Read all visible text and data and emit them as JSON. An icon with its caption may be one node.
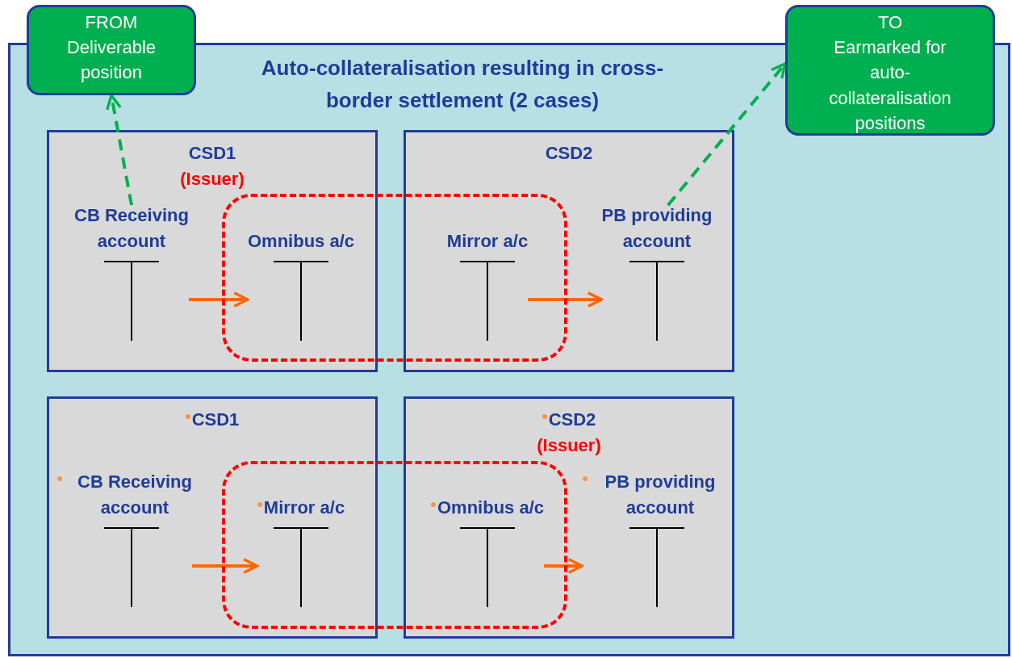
{
  "diagram": {
    "nodes": [
      {
        "text": [
          "FROM",
          "Deliverable position"
        ]
      },
      {
        "text": [
          "TO",
          "Earmarked for auto-collateralisation positions"
        ]
      },
      {
        "text": [
          "Auto-collateralisation resulting in cross-border settlement (2 cases)"
        ]
      },
      {
        "text": [
          "CSD1",
          "(Issuer)"
        ],
        "in": 2
      },
      {
        "text": [
          "CB Receiving account"
        ],
        "in": 3
      },
      {
        "text": [
          "Omnibus a/c"
        ],
        "in": 3
      },
      {
        "text": [
          "CSD2"
        ],
        "in": 2
      },
      {
        "text": [
          "Mirror a/c"
        ],
        "in": 6
      },
      {
        "text": [
          "PB providing account"
        ],
        "in": 6
      },
      {
        "text": [
          "CSD1"
        ],
        "in": 2
      },
      {
        "text": [
          "CB Receiving account"
        ],
        "in": 9
      },
      {
        "text": [
          "Mirror a/c"
        ],
        "in": 9
      },
      {
        "text": [
          "CSD2",
          "(Issuer)"
        ],
        "in": 2
      },
      {
        "text": [
          "Omnibus a/c"
        ],
        "in": 12
      },
      {
        "text": [
          "PB providing account"
        ],
        "in": 12
      }
    ],
    "edges": [
      {
        "from": 4,
        "to": 0,
        "arrow": "to",
        "style": "dashed",
        "color": "#00b050"
      },
      {
        "from": 8,
        "to": 1,
        "arrow": "to",
        "style": "dashed",
        "color": "#00b050"
      },
      {
        "from": 4,
        "to": 5,
        "arrow": "to"
      },
      {
        "from": 7,
        "to": 8,
        "arrow": "to"
      },
      {
        "from": 10,
        "to": 11,
        "arrow": "to"
      },
      {
        "from": 13,
        "to": 14,
        "arrow": "to"
      }
    ]
  }
}
